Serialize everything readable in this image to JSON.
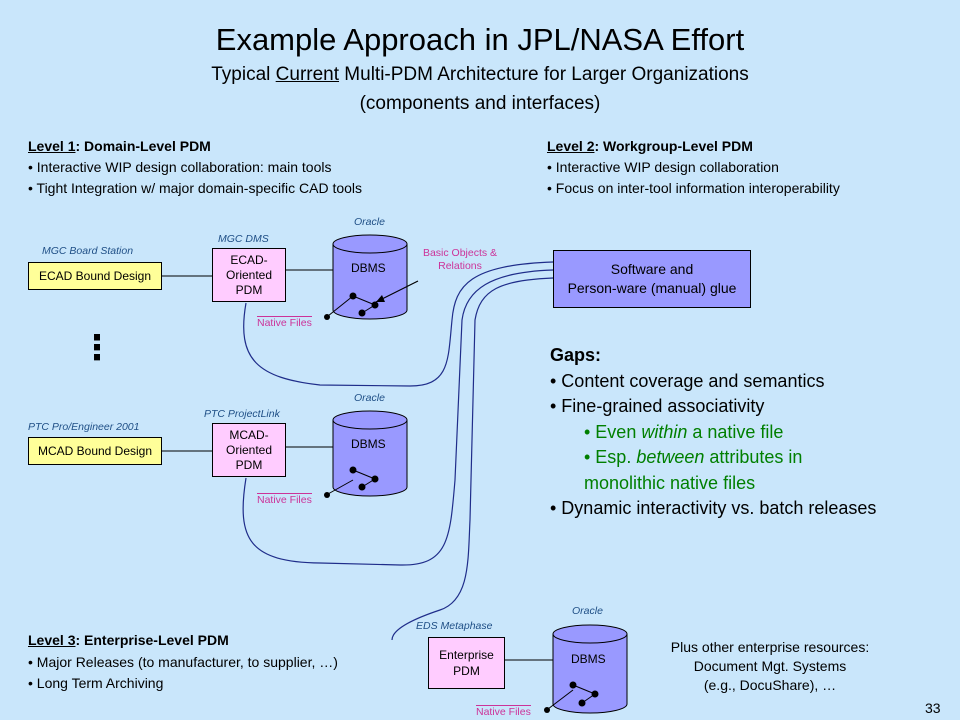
{
  "title": "Example Approach in JPL/NASA Effort",
  "subtitle": {
    "prefix": "Typical ",
    "emphasis": "Current",
    "suffix": " Multi-PDM Architecture for Larger Organizations",
    "line2": "(components and interfaces)"
  },
  "level1": {
    "label": "Level 1",
    "heading": ": Domain-Level PDM",
    "bullets": [
      "• Interactive WIP design collaboration: main tools",
      "• Tight Integration w/ major domain-specific CAD tools"
    ]
  },
  "level2": {
    "label": "Level 2",
    "heading": ": Workgroup-Level PDM",
    "bullets": [
      "• Interactive WIP design collaboration",
      "• Focus on inter-tool information interoperability"
    ]
  },
  "level3": {
    "label": "Level 3",
    "heading": ": Enterprise-Level PDM",
    "bullets": [
      "• Major Releases (to manufacturer, to supplier, …)",
      "• Long Term Archiving"
    ]
  },
  "ecad": {
    "tool": "MGC Board Station",
    "bound_design": "ECAD Bound Design",
    "pdm_tool": "MGC DMS",
    "pdm": [
      "ECAD-",
      "Oriented",
      "PDM"
    ],
    "db_vendor": "Oracle",
    "dbms": "DBMS",
    "native_files": "Native Files"
  },
  "mcad": {
    "tool": "PTC Pro/Engineer 2001",
    "bound_design": "MCAD Bound Design",
    "pdm_tool": "PTC ProjectLink",
    "pdm": [
      "MCAD-",
      "Oriented",
      "PDM"
    ],
    "db_vendor": "Oracle",
    "dbms": "DBMS",
    "native_files": "Native Files"
  },
  "enterprise": {
    "pdm_tool": "EDS Metaphase",
    "pdm": [
      "Enterprise",
      "PDM"
    ],
    "db_vendor": "Oracle",
    "dbms": "DBMS",
    "native_files": "Native Files"
  },
  "basic_objects": [
    "Basic Objects &",
    "Relations"
  ],
  "glue": [
    "Software and",
    "Person-ware (manual) glue"
  ],
  "ellipsis": "⋮",
  "gaps": {
    "title": "Gaps:",
    "items": [
      "• Content coverage and semantics",
      "• Fine-grained associativity"
    ],
    "sub1": {
      "prefix": "• Even ",
      "em": "within",
      "suffix": " a native file"
    },
    "sub2": {
      "prefix": "• Esp. ",
      "em": "between",
      "suffix": " attributes in",
      "line2": "monolithic native files"
    },
    "last": "• Dynamic interactivity vs. batch releases"
  },
  "plus_other": [
    "Plus other enterprise resources:",
    "Document Mgt. Systems",
    "(e.g., DocuShare), …"
  ],
  "page_number": "33",
  "colors": {
    "background": "#c9e6fb",
    "design_box": "#ffff99",
    "pdm_box": "#ffccff",
    "dbms": "#9999ff",
    "native_files": "#cc3399",
    "tool_labels": "#1f4f86",
    "gap_subitems": "#007f00"
  }
}
